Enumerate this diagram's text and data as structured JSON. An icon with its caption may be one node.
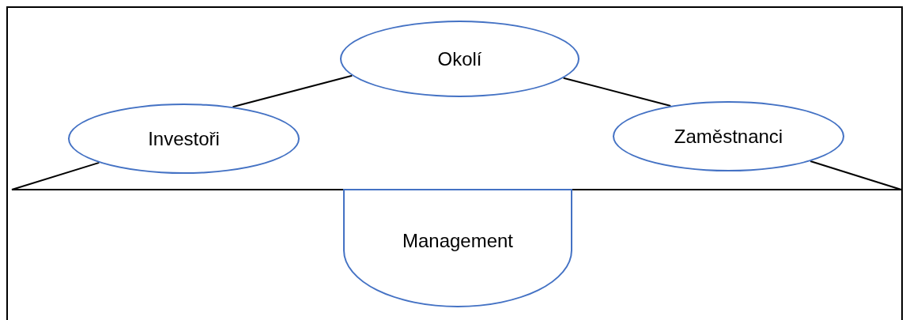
{
  "diagram": {
    "nodes": [
      {
        "text": [
          "Okolí"
        ]
      },
      {
        "text": [
          "Investoři"
        ]
      },
      {
        "text": [
          "Zaměstnanci"
        ]
      },
      {
        "text": [
          "Management"
        ]
      }
    ],
    "edges": [
      {
        "from": 1,
        "to": 0,
        "arrow": "none"
      },
      {
        "from": 0,
        "to": 2,
        "arrow": "none"
      },
      {
        "from": 1,
        "to": 2,
        "arrow": "none"
      }
    ]
  }
}
